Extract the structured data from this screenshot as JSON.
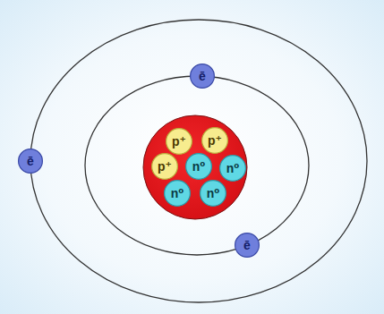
{
  "diagram": {
    "nodes": [
      {
        "text": [
          "ē"
        ]
      },
      {
        "text": [
          "ē"
        ]
      },
      {
        "text": [
          "p⁺"
        ]
      },
      {
        "text": [
          "p⁺"
        ]
      },
      {
        "text": [
          "p⁺"
        ]
      },
      {
        "text": [
          "n⁰"
        ]
      },
      {
        "text": [
          "n⁰"
        ]
      },
      {
        "text": [
          "n⁰"
        ]
      },
      {
        "text": [
          "n⁰"
        ]
      },
      {
        "text": [
          "ē"
        ]
      }
    ]
  }
}
